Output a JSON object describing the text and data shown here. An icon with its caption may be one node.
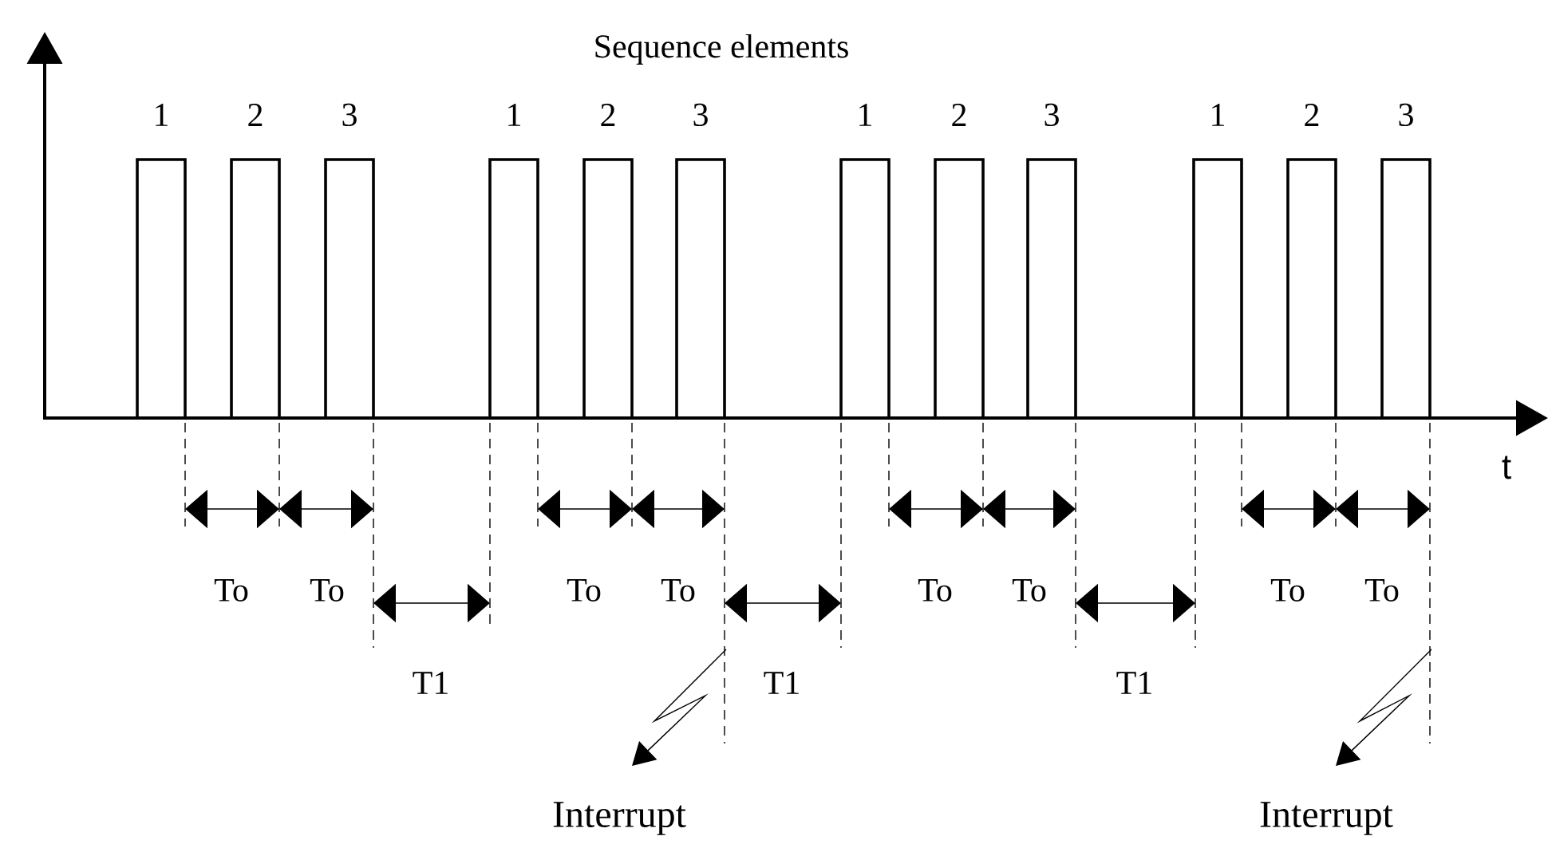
{
  "diagram": {
    "labels": [
      "Sequence elements",
      "1",
      "2",
      "3",
      "1",
      "2",
      "3",
      "1",
      "2",
      "3",
      "1",
      "2",
      "3",
      "t",
      "To",
      "To",
      "To",
      "To",
      "To",
      "To",
      "To",
      "To",
      "T1",
      "T1",
      "T1",
      "Interrupt",
      "Interrupt"
    ]
  }
}
